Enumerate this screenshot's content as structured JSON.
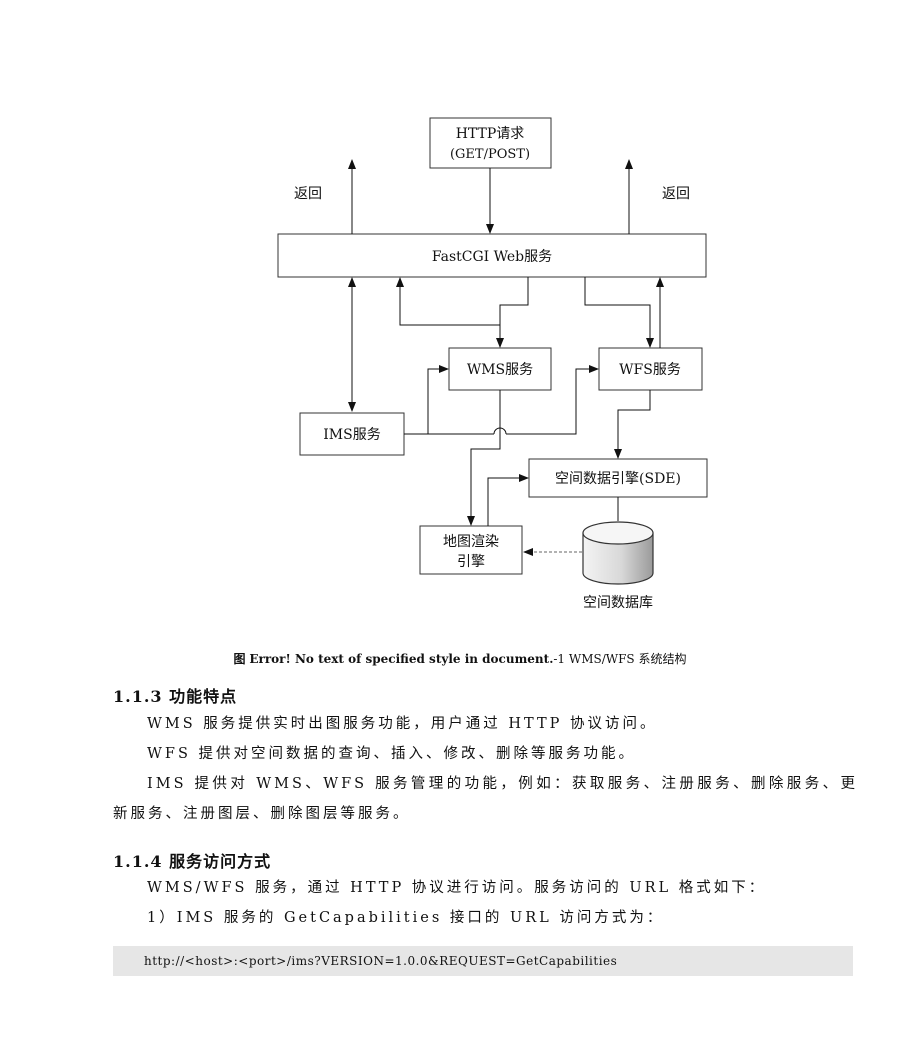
{
  "diagram": {
    "http_request_line1": "HTTP请求",
    "http_request_line2": "(GET/POST)",
    "return_left": "返回",
    "return_right": "返回",
    "fastcgi": "FastCGI Web服务",
    "wms": "WMS服务",
    "wfs": "WFS服务",
    "ims": "IMS服务",
    "sde": "空间数据引擎(SDE)",
    "render_line1": "地图渲染",
    "render_line2": "引擎",
    "database": "空间数据库"
  },
  "caption": {
    "prefix": "图",
    "error_text": "Error! No text of specified style in document.",
    "suffix": "-1 WMS/WFS 系统结构"
  },
  "section_113": {
    "heading": "1.1.3 功能特点",
    "p1": "WMS 服务提供实时出图服务功能，用户通过 HTTP 协议访问。",
    "p2": "WFS 提供对空间数据的查询、插入、修改、删除等服务功能。",
    "p3": "IMS 提供对 WMS、WFS 服务管理的功能，例如：获取服务、注册服务、删除服务、更新服务、注册图层、删除图层等服务。"
  },
  "section_114": {
    "heading": "1.1.4 服务访问方式",
    "p1": "WMS/WFS 服务，通过 HTTP 协议进行访问。服务访问的 URL 格式如下：",
    "p2": "1）IMS 服务的 GetCapabilities 接口的 URL 访问方式为：",
    "code": "http://<host>:<port>/ims?VERSION=1.0.0&REQUEST=GetCapabilities"
  }
}
